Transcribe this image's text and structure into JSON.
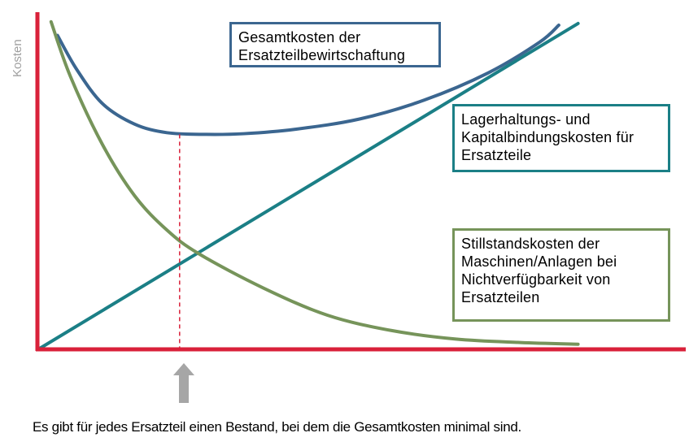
{
  "chart_data": {
    "type": "line",
    "ylabel": "Kosten",
    "xlabel": "",
    "series": [
      {
        "name": "Gesamtkosten der Ersatzteilbewirtschaftung",
        "color": "#3b6690",
        "points": [
          [
            0.03,
            0.92
          ],
          [
            0.06,
            0.82
          ],
          [
            0.1,
            0.72
          ],
          [
            0.15,
            0.66
          ],
          [
            0.2,
            0.635
          ],
          [
            0.26,
            0.63
          ],
          [
            0.32,
            0.632
          ],
          [
            0.4,
            0.645
          ],
          [
            0.5,
            0.675
          ],
          [
            0.6,
            0.73
          ],
          [
            0.7,
            0.81
          ],
          [
            0.78,
            0.9
          ],
          [
            0.81,
            0.95
          ]
        ]
      },
      {
        "name": "Lagerhaltungs- und Kapitalbindungskosten für Ersatzteile",
        "color": "#1b7f86",
        "points": [
          [
            0.0,
            0.0
          ],
          [
            0.84,
            0.955
          ]
        ]
      },
      {
        "name": "Stillstandskosten der Maschinen/Anlagen bei Nichtverfügbarkeit von Ersatzteilen",
        "color": "#76945a",
        "points": [
          [
            0.02,
            0.96
          ],
          [
            0.05,
            0.8
          ],
          [
            0.1,
            0.6
          ],
          [
            0.15,
            0.45
          ],
          [
            0.2,
            0.35
          ],
          [
            0.25,
            0.28
          ],
          [
            0.35,
            0.18
          ],
          [
            0.45,
            0.1
          ],
          [
            0.55,
            0.055
          ],
          [
            0.65,
            0.03
          ],
          [
            0.75,
            0.02
          ],
          [
            0.84,
            0.015
          ]
        ]
      }
    ],
    "optimum_x": 0.22,
    "axis_color": "#d9213a",
    "guide_color": "#d9213a",
    "arrow_color": "#a6a6a6",
    "grid": false
  },
  "labels": {
    "total": "Gesamtkosten der\nErsatzteilbewirtschaftung",
    "storage": "Lagerhaltungs- und\nKapitalbindungskosten für\nErsatzteile",
    "downtime": "Stillstandskosten der\nMaschinen/Anlagen bei\nNichtverfügbarkeit von\nErsatzteilen"
  },
  "caption": "Es gibt für jedes Ersatzteil einen Bestand, bei dem die Gesamtkosten minimal sind."
}
